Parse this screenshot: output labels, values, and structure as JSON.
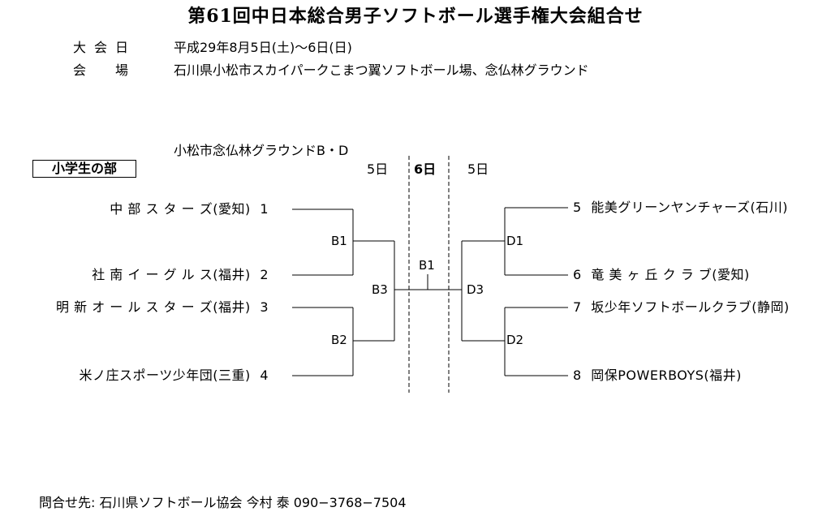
{
  "header": {
    "title": "第61回中日本総合男子ソフトボール選手権大会組合せ",
    "dates_label": "大会日",
    "dates_value": "平成29年8月5日(土)〜6日(日)",
    "venue_label": "会場",
    "venue_value": "石川県小松市スカイパークこまつ翼ソフトボール場、念仏林グラウンド"
  },
  "bracket": {
    "venue_note": "小松市念仏林グラウンドB・D",
    "division": "小学生の部",
    "days": {
      "left": "5日",
      "center": "6日",
      "right": "5日"
    },
    "left_teams": [
      {
        "name": "中 部 ス タ ー ズ(愛知)",
        "seed": "1"
      },
      {
        "name": "社 南 イ ー グ ル ス(福井)",
        "seed": "2"
      },
      {
        "name": "明 新 オ ー ル ス タ ー ズ(福井)",
        "seed": "3"
      },
      {
        "name": "米ノ庄スポーツ少年団(三重)",
        "seed": "4"
      }
    ],
    "right_teams": [
      {
        "seed": "5",
        "name": "能美グリーンヤンチャーズ(石川)"
      },
      {
        "seed": "6",
        "name": "竜 美 ヶ 丘 ク ラ ブ(愛知)"
      },
      {
        "seed": "7",
        "name": "坂少年ソフトボールクラブ(静岡)"
      },
      {
        "seed": "8",
        "name": "岡保POWERBOYS(福井)"
      }
    ],
    "matches": {
      "b1": "B1",
      "b2": "B2",
      "b3": "B3",
      "d1": "D1",
      "d2": "D2",
      "d3": "D3",
      "final": "B1"
    }
  },
  "footer": {
    "contact": "問合せ先: 石川県ソフトボール協会 今村 泰 090−3768−7504"
  }
}
